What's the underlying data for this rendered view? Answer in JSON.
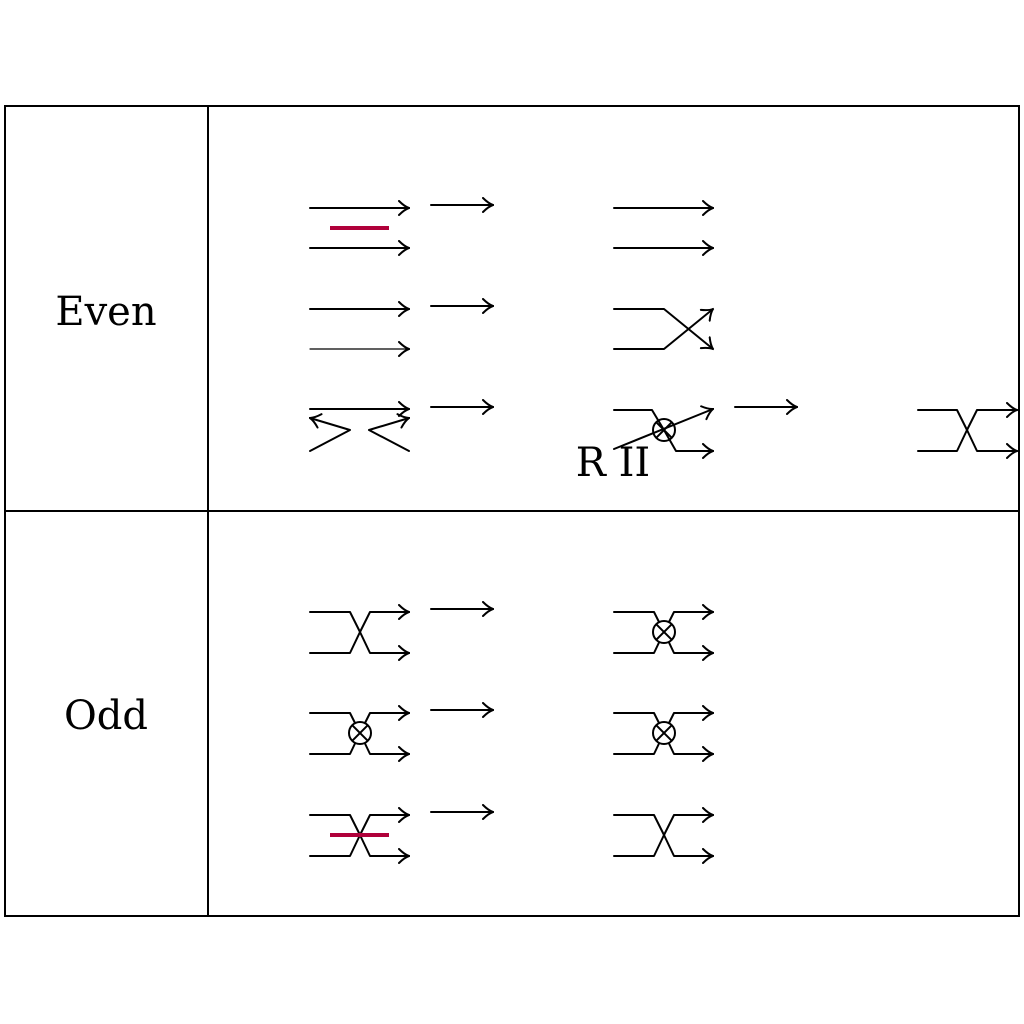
{
  "rows": [
    {
      "label": "Even"
    },
    {
      "label": "Odd"
    }
  ],
  "annotations": [
    {
      "text": "R II"
    }
  ],
  "colors": {
    "line": "#000000",
    "highlight": "#b0003a",
    "background": "#ffffff"
  }
}
